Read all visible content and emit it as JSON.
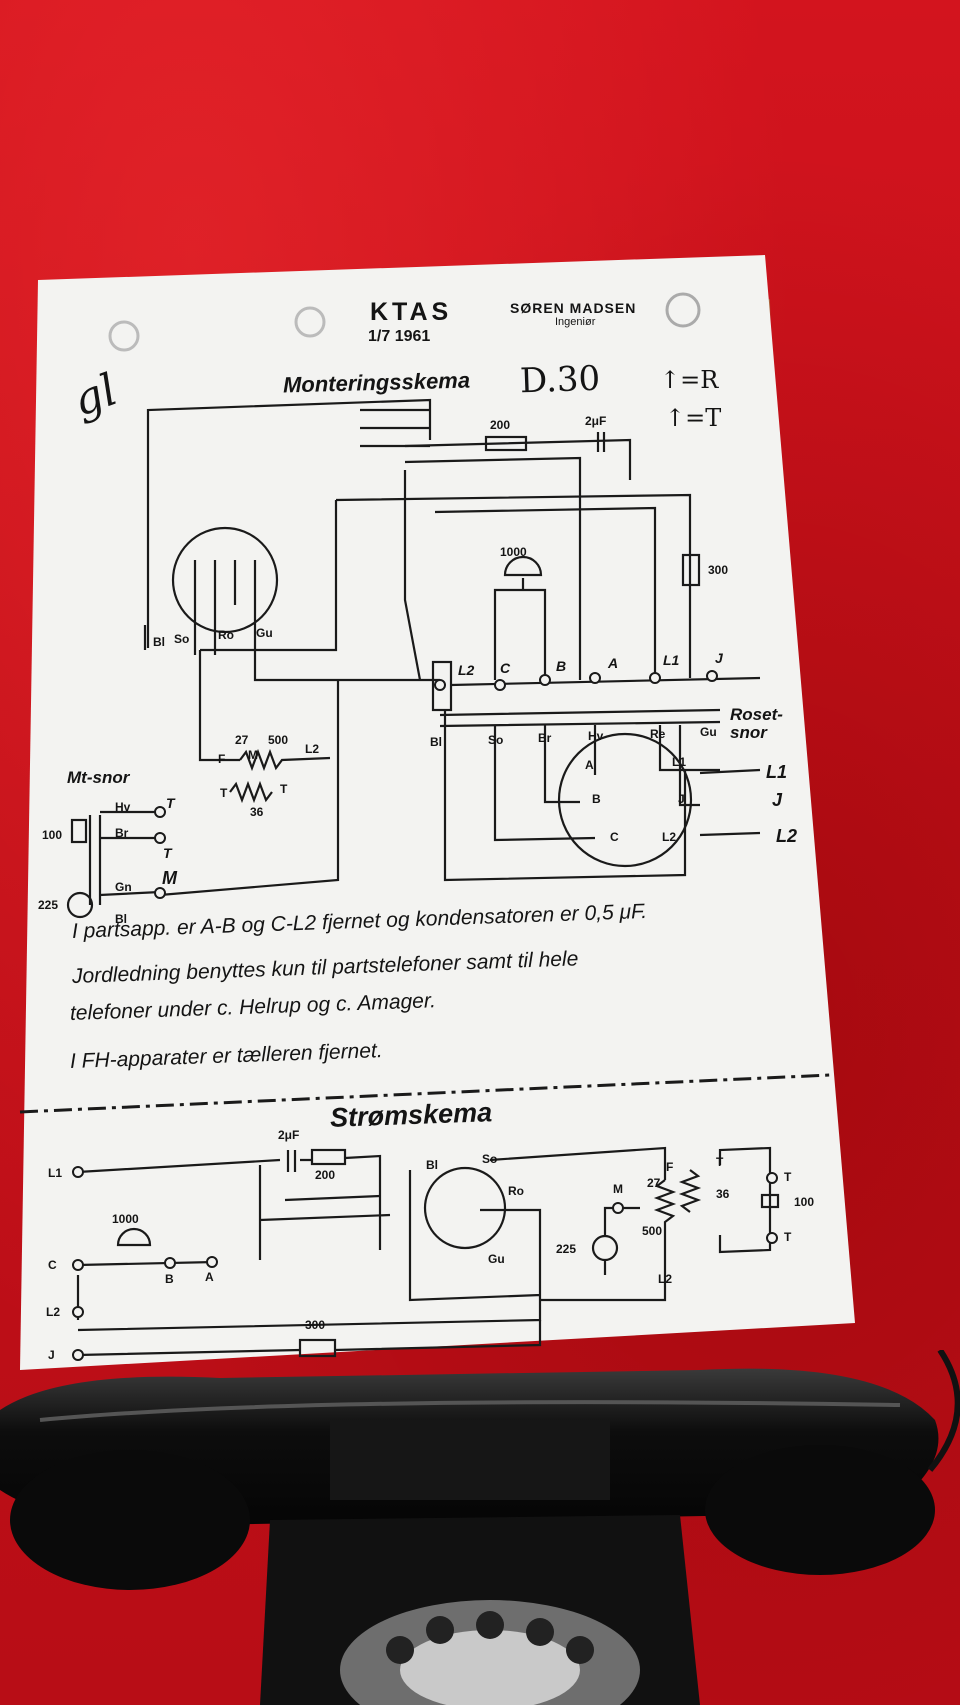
{
  "header": {
    "company": "KTAS",
    "date": "1/7 1961",
    "engineer_name": "SØREN MADSEN",
    "engineer_title": "Ingeniør"
  },
  "mounting_diagram": {
    "title": "Monteringsskema",
    "handwritten_code": "D.30",
    "handwritten_r": "↑=R",
    "handwritten_t": "↑=T",
    "signature": "gl",
    "values": {
      "r200": "200",
      "cap": "2μF",
      "bell": "1000",
      "r300": "300",
      "r27": "27",
      "r500": "500",
      "r36": "36",
      "r100": "100",
      "r225": "225"
    },
    "terminals": [
      "L2",
      "C",
      "B",
      "A",
      "L1",
      "J"
    ],
    "dial_labels": [
      "Bl",
      "So",
      "Ro",
      "Gu"
    ],
    "cord_label_left": "Mt-snor",
    "cord_colors": [
      "Hv",
      "Br",
      "Gn",
      "Bl"
    ],
    "cord_terminals": [
      "T",
      "T",
      "M"
    ],
    "rosette_label": "Roset- snor",
    "rosette_wires": [
      "Bl",
      "So",
      "Br",
      "Hv",
      "Re",
      "Gu"
    ],
    "rosette_terminals": [
      "A",
      "B",
      "C",
      "L1",
      "J",
      "L2"
    ],
    "line_labels": [
      "L1",
      "J",
      "L2"
    ],
    "coil_labels": [
      "F",
      "M",
      "L2",
      "T",
      "T"
    ]
  },
  "notes": [
    "I partsapp. er A-B og C-L2 fjernet og kondensatoren er 0,5 μF.",
    "Jordledning benyttes kun til partstelefoner samt til hele",
    "telefoner under c. Helrup og c. Amager.",
    "I FH-apparater er tælleren fjernet."
  ],
  "circuit_diagram": {
    "title": "Strømskema",
    "left_terminals": [
      "L1",
      "C",
      "L2",
      "J"
    ],
    "values": {
      "cap": "2μF",
      "r200": "200",
      "bell": "1000",
      "r300": "300",
      "r27": "27",
      "r500": "500",
      "r36": "36",
      "r100": "100",
      "r225": "225"
    },
    "labels": [
      "Bl",
      "So",
      "Ro",
      "Gu",
      "B",
      "A",
      "M",
      "F",
      "L2",
      "T",
      "T",
      "T"
    ]
  }
}
